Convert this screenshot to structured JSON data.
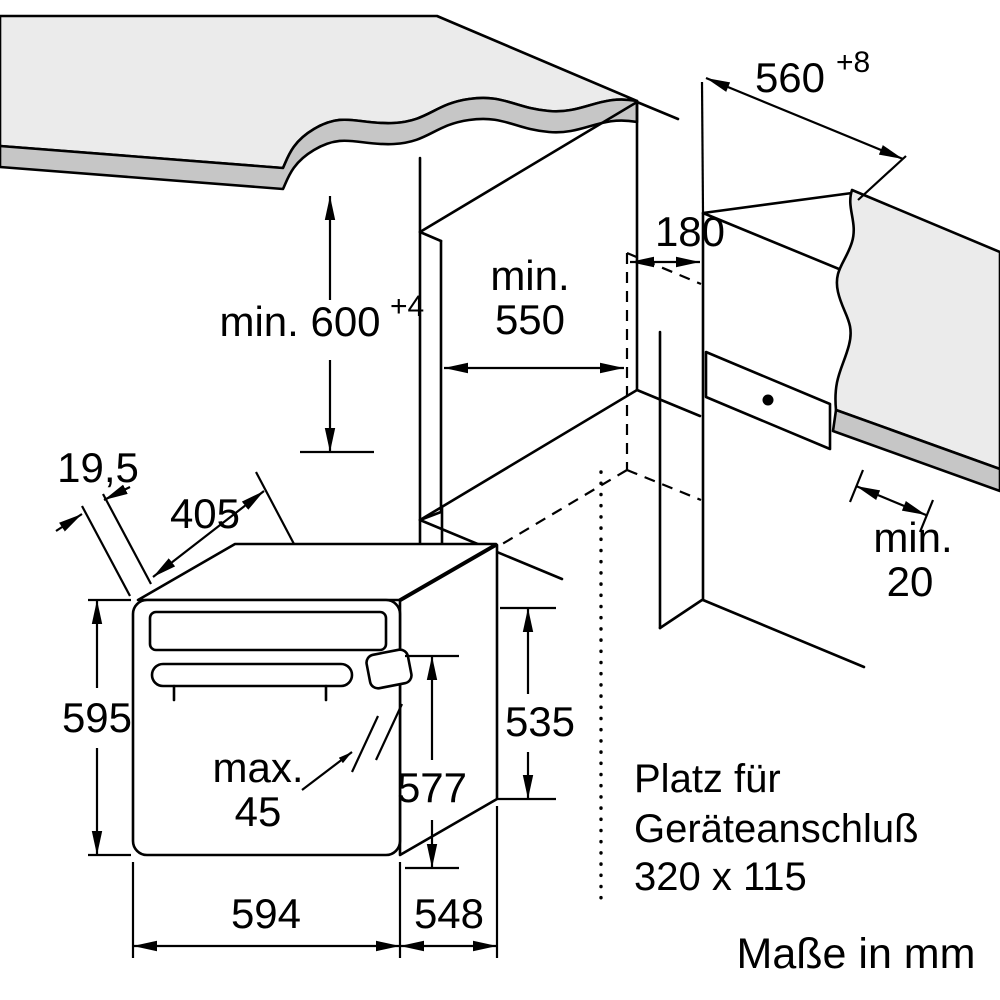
{
  "drawing": {
    "title": "Built-in oven installation diagram",
    "colors": {
      "surface": "#ebebeb",
      "edge_band": "#c6c6c6",
      "line": "#000000"
    },
    "dims": {
      "niche_depth": {
        "value": "560",
        "sup": "+8"
      },
      "niche_height": {
        "value": "min. 600",
        "sup": "+4"
      },
      "niche_width": {
        "line1": "min.",
        "line2": "550"
      },
      "connection_offset": "180",
      "rear_gap": {
        "line1": "min.",
        "line2": "20"
      },
      "front_overhang": "19,5",
      "top_depth": "405",
      "oven_height": "595",
      "handle_clearance": {
        "line1": "max.",
        "line2": "45"
      },
      "door_height": "577",
      "rear_height": "535",
      "oven_width": "594",
      "oven_depth": "548"
    },
    "notes": {
      "connection_line1": "Platz für",
      "connection_line2": "Geräteanschluß",
      "connection_line3": "320 x 115",
      "units": "Maße in mm"
    }
  }
}
